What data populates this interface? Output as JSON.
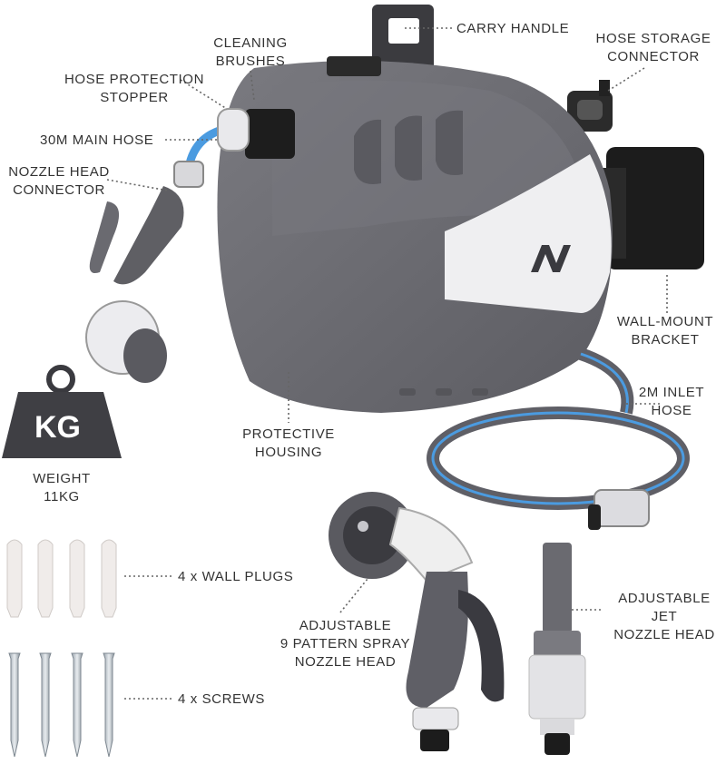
{
  "labels": {
    "carry_handle": "CARRY HANDLE",
    "cleaning_brushes": "CLEANING\nBRUSHES",
    "hose_storage_connector": "HOSE STORAGE\nCONNECTOR",
    "hose_protection_stopper": "HOSE PROTECTION\nSTOPPER",
    "main_hose": "30M MAIN HOSE",
    "nozzle_head_connector": "NOZZLE HEAD\nCONNECTOR",
    "wall_mount_bracket": "WALL-MOUNT\nBRACKET",
    "inlet_hose": "2M INLET\nHOSE",
    "protective_housing": "PROTECTIVE\nHOUSING",
    "weight": "WEIGHT\n11KG",
    "wall_plugs": "4 x WALL PLUGS",
    "screws": "4 x SCREWS",
    "spray_nozzle": "ADJUSTABLE\n9 PATTERN SPRAY\nNOZZLE HEAD",
    "jet_nozzle": "ADJUSTABLE JET\nNOZZLE HEAD"
  },
  "weight_badge": "KG",
  "colors": {
    "body_grey": "#6b6b70",
    "dark_grey": "#55555a",
    "light_grey": "#e9e9ec",
    "hose_blue": "#4b9be0",
    "black": "#1c1c1c"
  },
  "icons": [
    "weight-icon",
    "hose-reel-image",
    "spray-gun-image",
    "jet-nozzle-image",
    "wall-plug-image",
    "screw-image"
  ]
}
